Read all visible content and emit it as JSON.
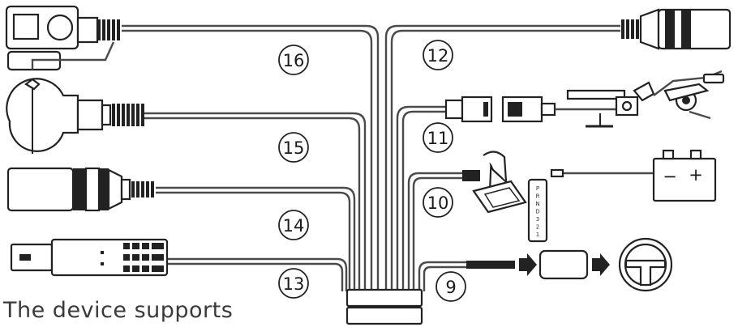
{
  "caption": "The device supports",
  "labels": {
    "n9": "9",
    "n10": "10",
    "n11": "11",
    "n12": "12",
    "n13": "13",
    "n14": "14",
    "n15": "15",
    "n16": "16"
  },
  "battery": {
    "minus": "−",
    "plus": "+"
  },
  "gear_indicator": {
    "letters": [
      "P",
      "R",
      "N",
      "D",
      "3",
      "2",
      "1"
    ]
  },
  "icons": [
    "dashcam-mount-icon",
    "audio-jack-icon",
    "gps-antenna-icon",
    "cable-harness-icon",
    "parking-brake-icon",
    "gear-shifter-icon",
    "battery-icon",
    "camera-connector-icon",
    "usb-plug-icon",
    "steering-wheel-icon",
    "arrow-right-icon",
    "control-box-icon"
  ]
}
